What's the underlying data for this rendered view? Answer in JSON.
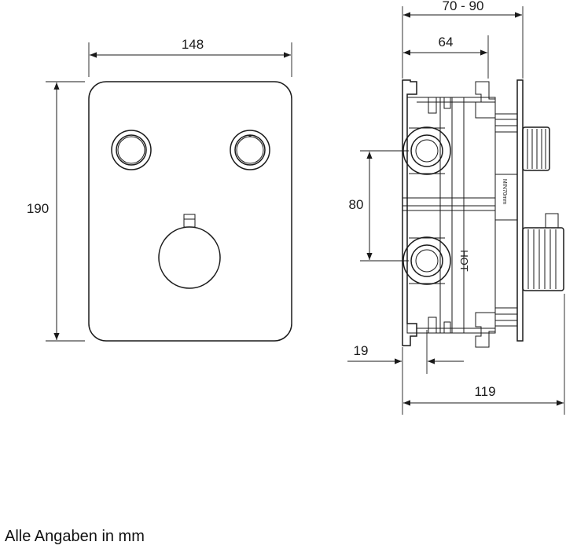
{
  "dimensions": {
    "front_width": "148",
    "front_height": "190",
    "side_top_range": "70 - 90",
    "side_depth": "64",
    "inlet_spacing": "80",
    "offset_left": "19",
    "total_depth": "119"
  },
  "labels": {
    "hot": "HOT",
    "min_depth": "MIN70mm"
  },
  "footer": "Alle Angaben in mm"
}
